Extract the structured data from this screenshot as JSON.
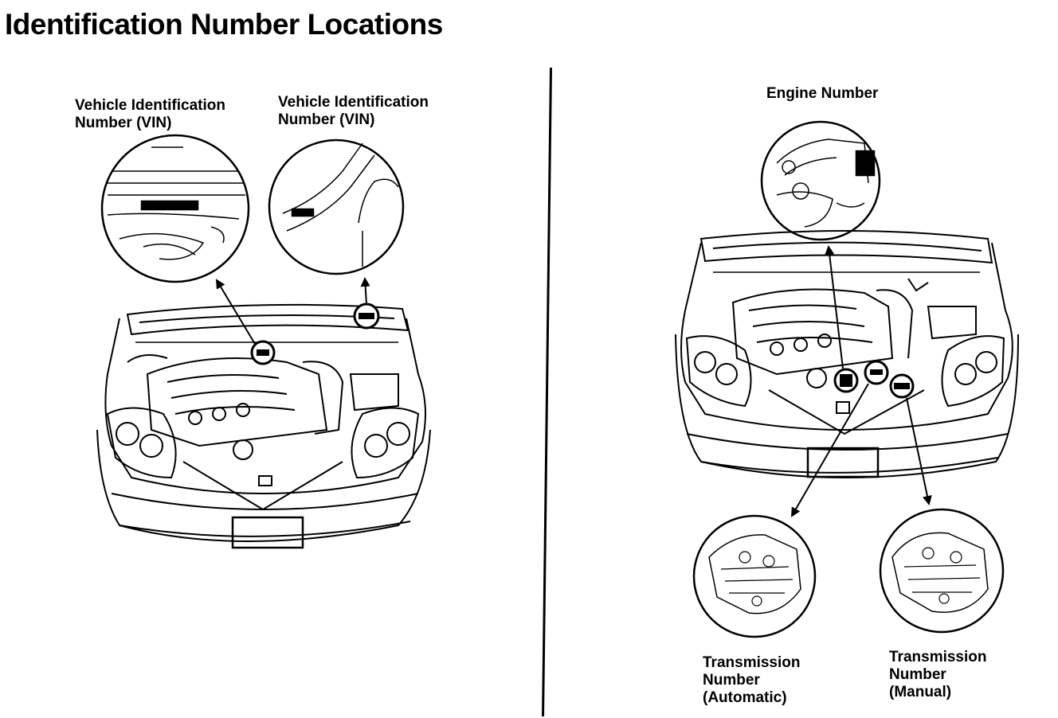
{
  "page": {
    "title": "Identification Number Locations"
  },
  "labels": {
    "vin_left": {
      "line1": "Vehicle Identification",
      "line2": "Number (VIN)"
    },
    "vin_right": {
      "line1": "Vehicle Identification",
      "line2": "Number (VIN)"
    },
    "engine": {
      "line1": "Engine Number"
    },
    "trans_auto": {
      "line1": "Transmission",
      "line2": "Number",
      "line3": "(Automatic)"
    },
    "trans_manual": {
      "line1": "Transmission",
      "line2": "Number",
      "line3": "(Manual)"
    }
  },
  "colors": {
    "ink": "#000000",
    "paper": "#ffffff"
  }
}
